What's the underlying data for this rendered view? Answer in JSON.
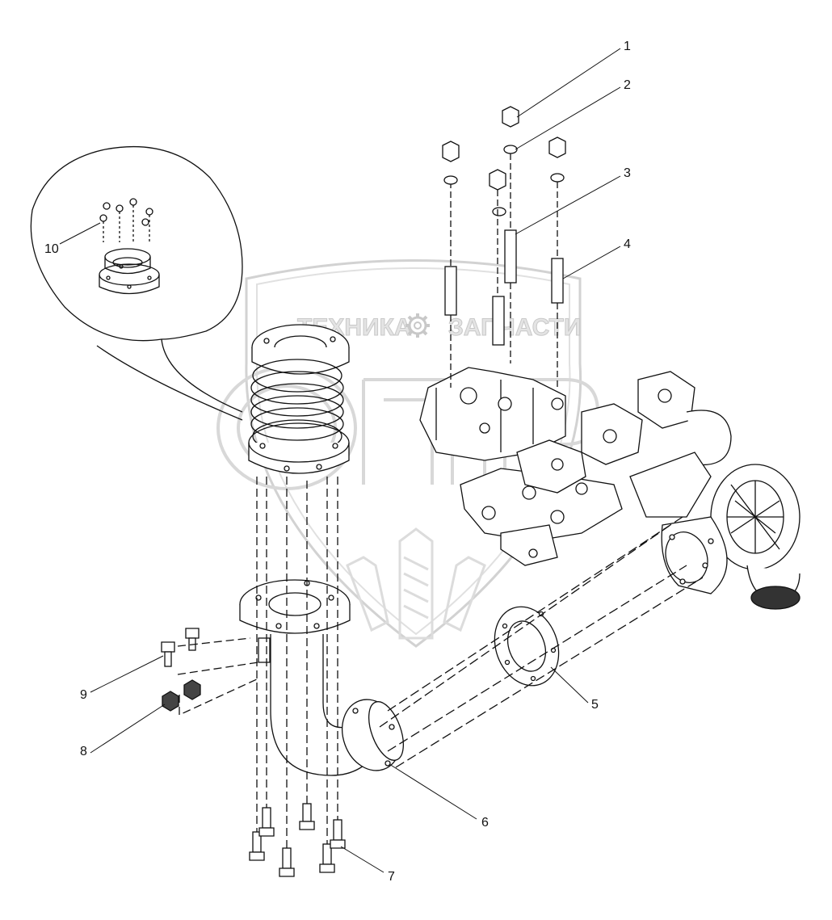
{
  "watermark": {
    "line1_left": "ТЕХНИКА",
    "line1_right": "ЗАПЧАСТИ",
    "logo_letters": "ОПТ",
    "gear_icon": "gear-icon",
    "colors": {
      "fill": "#e4e4e4",
      "stroke": "#c8c8c8"
    }
  },
  "callouts": [
    {
      "id": "1",
      "label": "1"
    },
    {
      "id": "2",
      "label": "2"
    },
    {
      "id": "3",
      "label": "3"
    },
    {
      "id": "4",
      "label": "4"
    },
    {
      "id": "5",
      "label": "5"
    },
    {
      "id": "6",
      "label": "6"
    },
    {
      "id": "7",
      "label": "7"
    },
    {
      "id": "8",
      "label": "8"
    },
    {
      "id": "9",
      "label": "9"
    },
    {
      "id": "10",
      "label": "10"
    }
  ],
  "colors": {
    "line": "#111111",
    "paper": "#ffffff",
    "shade": "#dddddd"
  }
}
